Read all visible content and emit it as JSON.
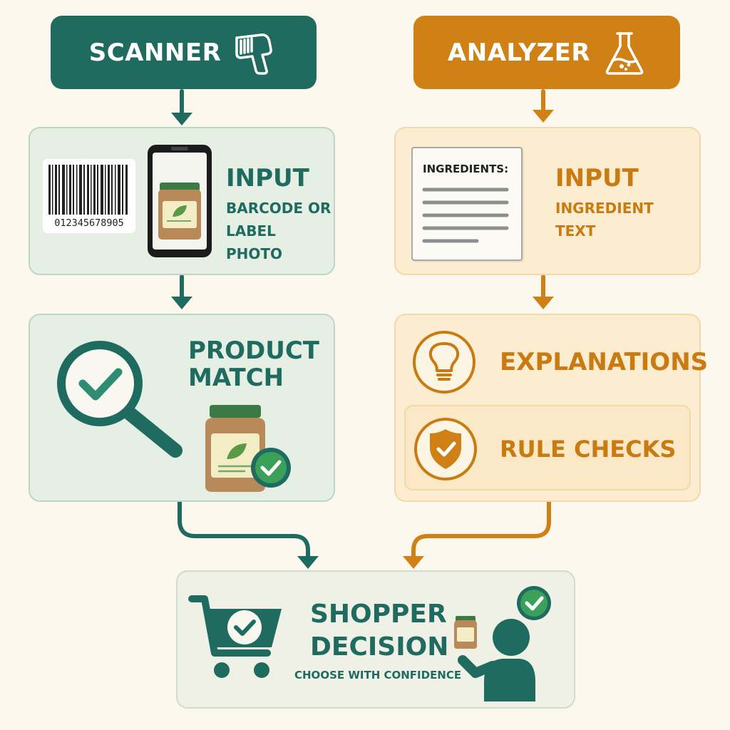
{
  "scanner": {
    "header": "SCANNER",
    "input_title": "INPUT",
    "input_desc_1": "BARCODE OR",
    "input_desc_2": "LABEL PHOTO",
    "barcode_number": "012345678905",
    "match_title_1": "PRODUCT",
    "match_title_2": "MATCH"
  },
  "analyzer": {
    "header": "ANALYZER",
    "input_title": "INPUT",
    "input_desc_1": "INGREDIENT",
    "input_desc_2": "TEXT",
    "doc_title": "INGREDIENTS:",
    "explanations": "EXPLANATIONS",
    "rule_checks": "RULE CHECKS"
  },
  "decision": {
    "title_1": "SHOPPER",
    "title_2": "DECISION",
    "subtitle": "CHOOSE WITH CONFIDENCE"
  },
  "colors": {
    "teal": "#1f6b60",
    "orange": "#d08116",
    "green_check": "#3aa05a",
    "background": "#fcf8ee"
  },
  "icons": [
    "barcode-scanner-icon",
    "flask-icon",
    "barcode-icon",
    "phone-icon",
    "magnifier-check-icon",
    "jar-icon",
    "document-icon",
    "lightbulb-icon",
    "shield-check-icon",
    "cart-check-icon",
    "shopper-icon"
  ]
}
